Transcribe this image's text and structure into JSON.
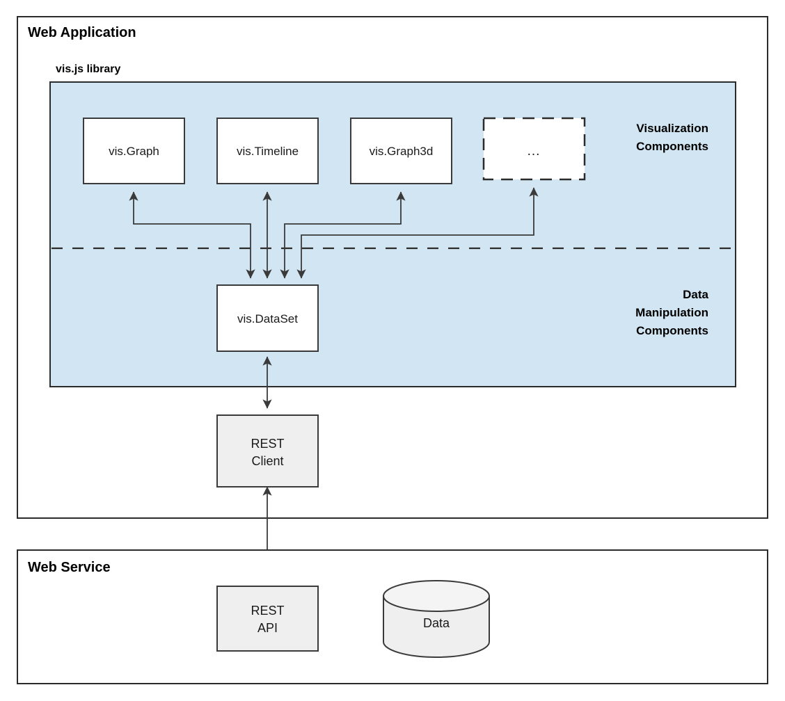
{
  "diagram": {
    "type": "architecture-block-diagram",
    "title_visible": false,
    "frames": [
      {
        "id": "web-application",
        "label": "Web Application"
      },
      {
        "id": "web-service",
        "label": "Web Service"
      }
    ],
    "library_section": {
      "label": "vis.js library",
      "panel_color": "#d2e5f2",
      "group_labels": [
        {
          "id": "visualization",
          "lines": [
            "Visualization",
            "Components"
          ]
        },
        {
          "id": "data-manipulation",
          "lines": [
            "Data",
            "Manipulation",
            "Components"
          ]
        }
      ]
    },
    "visualization_components": [
      {
        "id": "vis-graph",
        "label": "vis.Graph",
        "style": "solid"
      },
      {
        "id": "vis-timeline",
        "label": "vis.Timeline",
        "style": "solid"
      },
      {
        "id": "vis-graph3d",
        "label": "vis.Graph3d",
        "style": "solid"
      },
      {
        "id": "more",
        "label": "...",
        "style": "dashed"
      }
    ],
    "data_components": [
      {
        "id": "vis-dataset",
        "label": "vis.DataSet",
        "style": "solid"
      }
    ],
    "client_components": [
      {
        "id": "rest-client",
        "lines": [
          "REST",
          "Client"
        ],
        "style": "gray"
      }
    ],
    "service_components": [
      {
        "id": "rest-api",
        "lines": [
          "REST",
          "API"
        ],
        "style": "gray"
      },
      {
        "id": "data-store",
        "label": "Data",
        "shape": "cylinder"
      }
    ],
    "connections": [
      {
        "from": "vis-dataset",
        "to": "vis-graph",
        "direction": "bidirectional"
      },
      {
        "from": "vis-dataset",
        "to": "vis-timeline",
        "direction": "bidirectional"
      },
      {
        "from": "vis-dataset",
        "to": "vis-graph3d",
        "direction": "bidirectional"
      },
      {
        "from": "vis-dataset",
        "to": "more",
        "direction": "bidirectional"
      },
      {
        "from": "vis-dataset",
        "to": "rest-client",
        "direction": "bidirectional"
      },
      {
        "from": "rest-client",
        "to": "rest-api",
        "direction": "bidirectional"
      },
      {
        "from": "rest-api",
        "to": "data-store",
        "direction": "bidirectional"
      }
    ],
    "colors": {
      "panel": "#d2e5f2",
      "gray_node": "#efefef",
      "white_node": "#ffffff",
      "stroke": "#3a3a3a",
      "frame_stroke": "#2b2b2b",
      "text": "#1a1a1a"
    }
  }
}
